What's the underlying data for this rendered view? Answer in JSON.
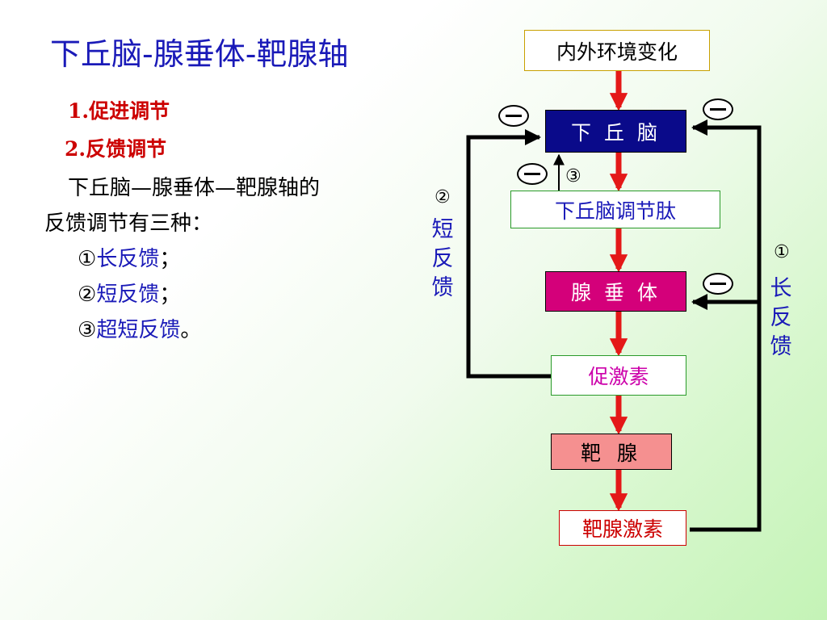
{
  "title": "下丘脑-腺垂体-靶腺轴",
  "left_text": {
    "item1": "1.促进调节",
    "item2": "2.反馈调节",
    "para_line1": "下丘脑—腺垂体—靶腺轴的",
    "para_line2": "反馈调节有三种：",
    "fb1_num": "①",
    "fb1_label": "长反馈",
    "fb2_num": "②",
    "fb2_label": "短反馈",
    "fb3_num": "③",
    "fb3_label": "超短反馈",
    "semicolon": "；",
    "period": "。"
  },
  "diagram": {
    "env_change": "内外环境变化",
    "hypothalamus": "下 丘 脑",
    "hypothalamic_peptide": "下丘脑调节肽",
    "pituitary": "腺 垂 体",
    "tropic_hormone": "促激素",
    "target_gland": "靶 腺",
    "target_hormone": "靶腺激素",
    "short_fb_num": "②",
    "short_fb_label": "短反馈",
    "long_fb_num": "①",
    "long_fb_label": "长反馈",
    "ultra_short_num": "③"
  },
  "colors": {
    "title_blue": "#1a1ab8",
    "red_text": "#cc0000",
    "hypothalamus_box": "#0a0a8a",
    "pituitary_box": "#d4007a",
    "target_gland_box": "#f59090",
    "arrow_red": "#e41818"
  }
}
